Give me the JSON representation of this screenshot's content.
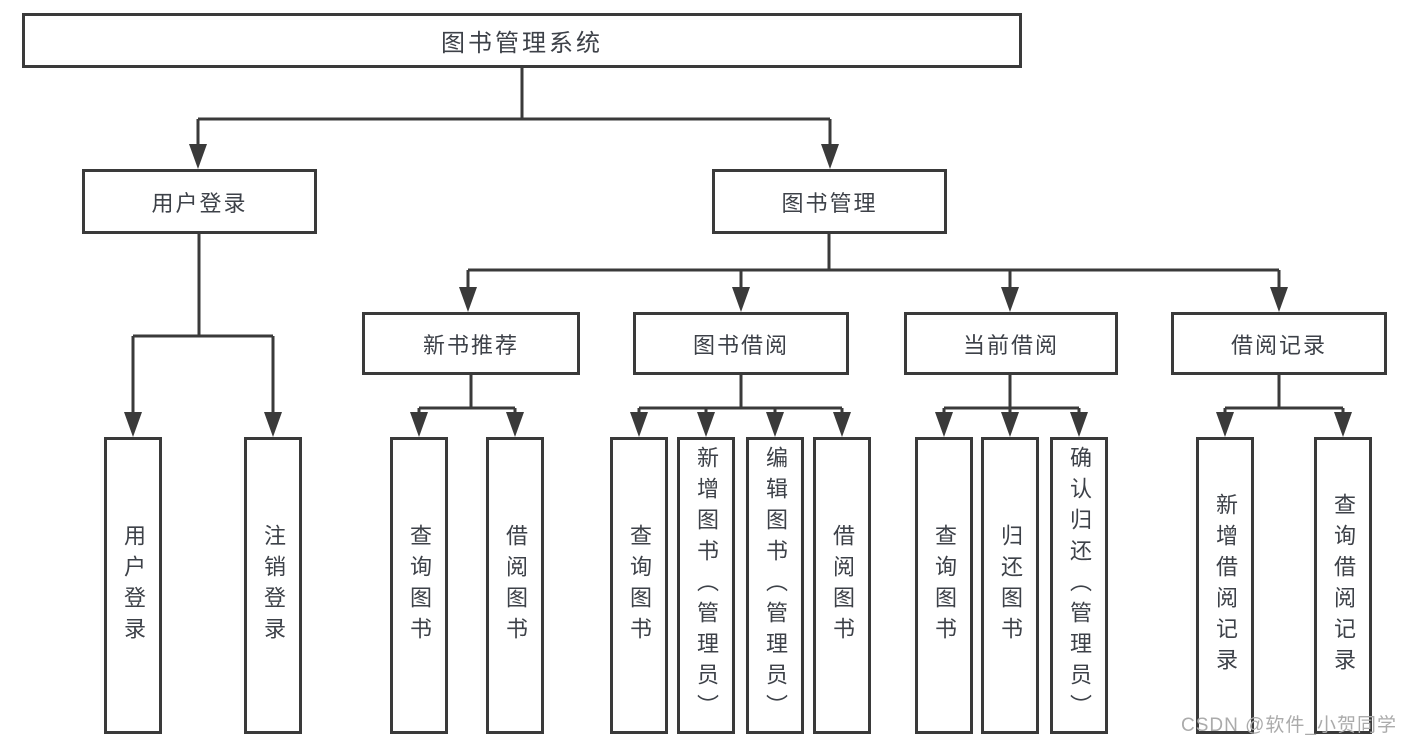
{
  "diagram": {
    "title": "图书管理系统",
    "root": {
      "label": "图书管理系统"
    },
    "level2": [
      {
        "label": "用户登录"
      },
      {
        "label": "图书管理"
      }
    ],
    "level3": [
      {
        "label": "新书推荐",
        "parent": "图书管理"
      },
      {
        "label": "图书借阅",
        "parent": "图书管理"
      },
      {
        "label": "当前借阅",
        "parent": "图书管理"
      },
      {
        "label": "借阅记录",
        "parent": "图书管理"
      }
    ],
    "leaves": [
      {
        "label": "用户登录",
        "parent": "用户登录"
      },
      {
        "label": "注销登录",
        "parent": "用户登录"
      },
      {
        "label": "查询图书",
        "parent": "新书推荐"
      },
      {
        "label": "借阅图书",
        "parent": "新书推荐"
      },
      {
        "label": "查询图书",
        "parent": "图书借阅"
      },
      {
        "label": "新增图书（管理员）",
        "parent": "图书借阅"
      },
      {
        "label": "编辑图书（管理员）",
        "parent": "图书借阅"
      },
      {
        "label": "借阅图书",
        "parent": "图书借阅"
      },
      {
        "label": "查询图书",
        "parent": "当前借阅"
      },
      {
        "label": "归还图书",
        "parent": "当前借阅"
      },
      {
        "label": "确认归还（管理员）",
        "parent": "当前借阅"
      },
      {
        "label": "新增借阅记录",
        "parent": "借阅记录"
      },
      {
        "label": "查询借阅记录",
        "parent": "借阅记录"
      }
    ]
  },
  "watermark": "CSDN @软件_小贺同学",
  "colors": {
    "line": "#3a3a3a",
    "text": "#3d4148",
    "watermark": "#ababab",
    "bg": "#ffffff"
  }
}
